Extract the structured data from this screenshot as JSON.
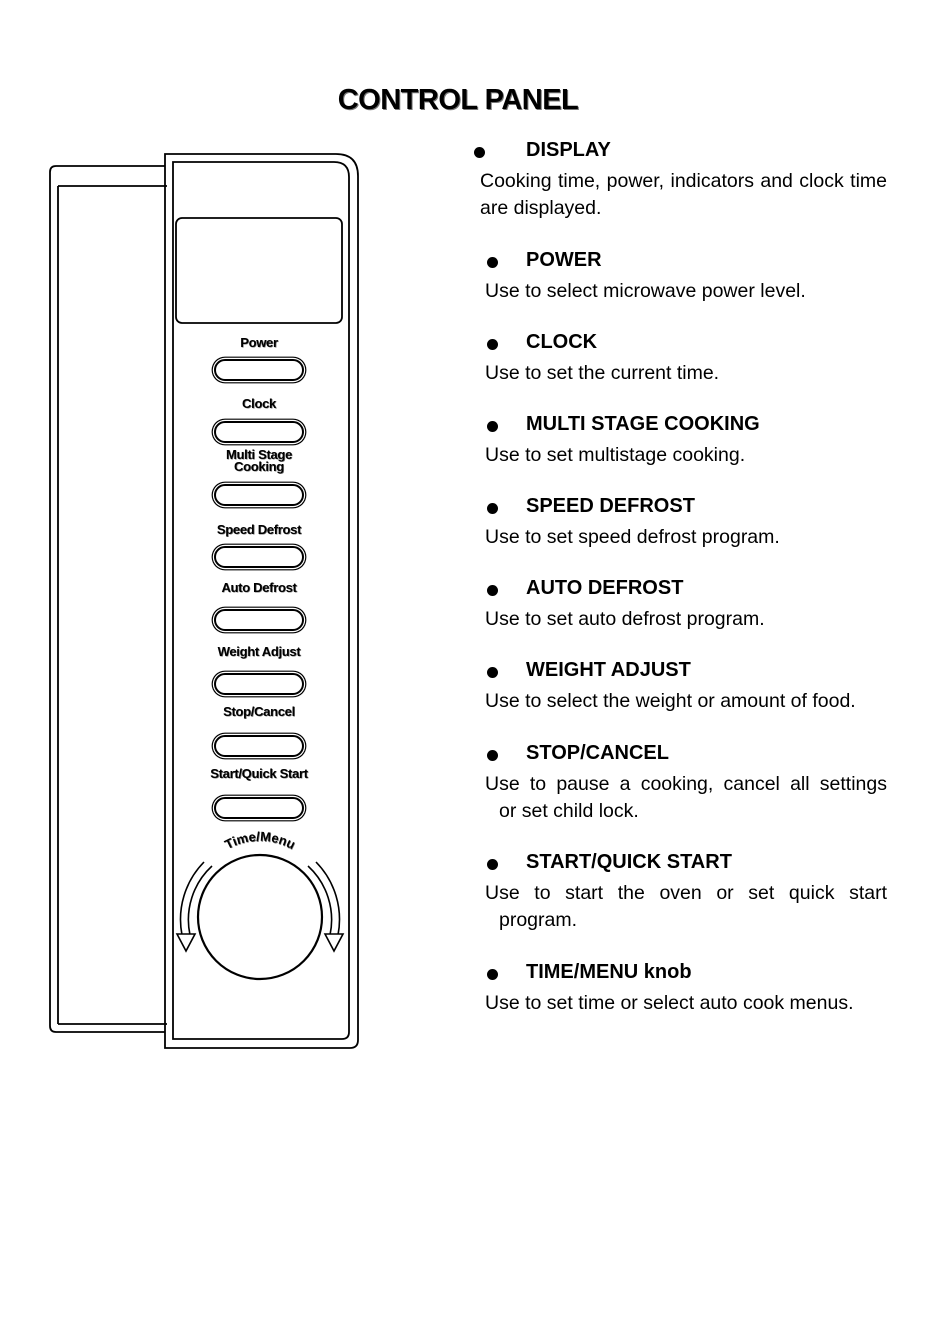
{
  "title": "CONTROL PANEL",
  "panel": {
    "buttons": [
      {
        "label_lines": [
          "Power"
        ]
      },
      {
        "label_lines": [
          "Clock"
        ]
      },
      {
        "label_lines": [
          "Multi Stage",
          "Cooking"
        ]
      },
      {
        "label_lines": [
          "Speed Defrost"
        ]
      },
      {
        "label_lines": [
          "Auto Defrost"
        ]
      },
      {
        "label_lines": [
          "Weight Adjust"
        ]
      },
      {
        "label_lines": [
          "Stop/Cancel"
        ]
      },
      {
        "label_lines": [
          "Start/Quick Start"
        ]
      }
    ],
    "knob_label": "Time/Menu"
  },
  "items": [
    {
      "title": "DISPLAY",
      "text": "Cooking time, power, indicators and clock time are displayed."
    },
    {
      "title": "POWER",
      "text": "Use to select microwave power level."
    },
    {
      "title": "CLOCK",
      "text": "Use to set the current time."
    },
    {
      "title": "MULTI STAGE COOKING",
      "text": "Use to set multistage cooking."
    },
    {
      "title": "SPEED DEFROST",
      "text": "Use to set speed defrost program."
    },
    {
      "title": "AUTO DEFROST",
      "text": "Use to set auto defrost program."
    },
    {
      "title": "WEIGHT ADJUST",
      "text": "Use to select the weight or amount of food."
    },
    {
      "title": "STOP/CANCEL",
      "text_lines": [
        "Use to pause a cooking, cancel all settings",
        "or set child lock."
      ]
    },
    {
      "title": "START/QUICK START",
      "text_lines": [
        "Use to start the oven or set quick start",
        "program."
      ]
    },
    {
      "title": "TIME/MENU knob",
      "text": "Use to set time or select auto cook menus."
    }
  ]
}
